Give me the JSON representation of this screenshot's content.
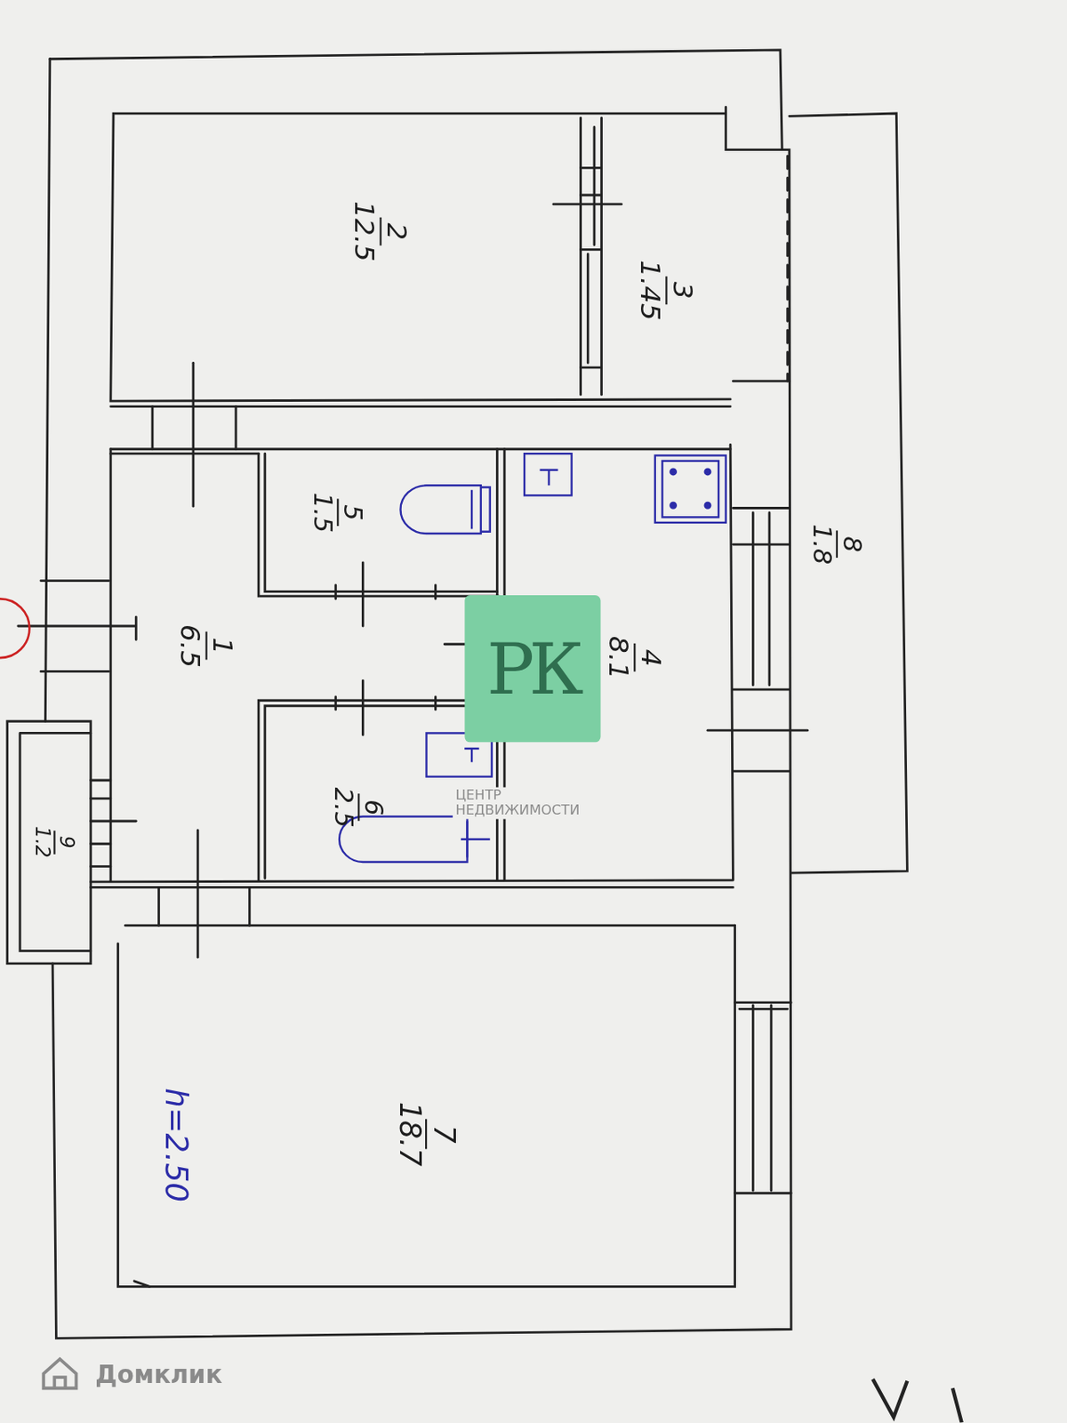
{
  "diagram": {
    "nodes": [
      {
        "text": [
          "2",
          "12.5"
        ]
      },
      {
        "text": [
          "3",
          "1.45"
        ]
      },
      {
        "text": [
          "8",
          "1.8"
        ]
      },
      {
        "text": [
          "5",
          "1.5"
        ]
      },
      {
        "text": [
          "1",
          "6.5"
        ]
      },
      {
        "text": [
          "4",
          "8.1"
        ]
      },
      {
        "text": [
          "6",
          "2.5"
        ]
      },
      {
        "text": [
          "9",
          "1.2"
        ]
      },
      {
        "text": [
          "7",
          "18.7"
        ]
      }
    ],
    "labels": [
      "h=2.50",
      "РК",
      "ЦЕНТР НЕДВИЖИМОСТИ",
      "Домклик"
    ]
  }
}
